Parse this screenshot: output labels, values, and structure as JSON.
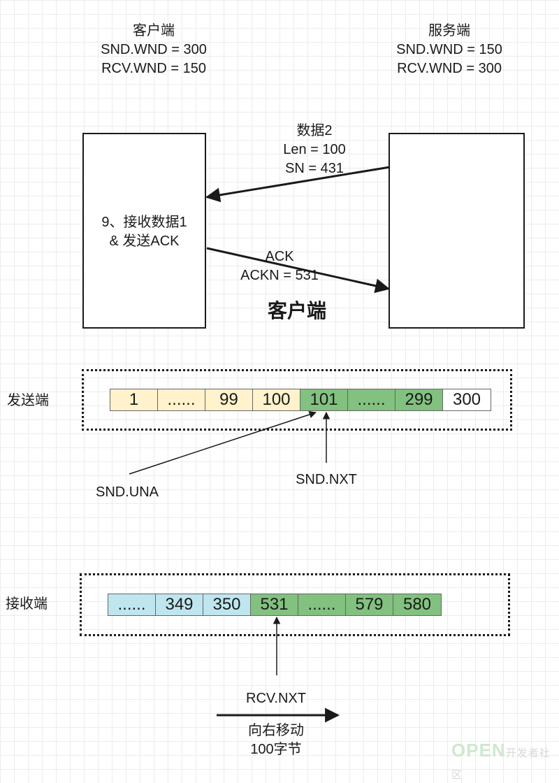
{
  "client_header": {
    "title": "客户端",
    "snd_wnd": "SND.WND = 300",
    "rcv_wnd": "RCV.WND = 150"
  },
  "server_header": {
    "title": "服务端",
    "snd_wnd": "SND.WND = 150",
    "rcv_wnd": "RCV.WND = 300"
  },
  "client_box": {
    "line1": "9、接收数据1",
    "line2": "& 发送ACK"
  },
  "data_message": {
    "line1": "数据2",
    "line2": "Len = 100",
    "line3": "SN = 431"
  },
  "ack_message": {
    "line1": "ACK",
    "line2": "ACKN = 531"
  },
  "section_title": "客户端",
  "sender": {
    "label": "发送端",
    "cells": [
      {
        "text": "1",
        "color": "#fff2cc"
      },
      {
        "text": "......",
        "color": "#fff2cc"
      },
      {
        "text": "99",
        "color": "#fff2cc"
      },
      {
        "text": "100",
        "color": "#fff2cc"
      },
      {
        "text": "101",
        "color": "#82c17f"
      },
      {
        "text": "......",
        "color": "#82c17f"
      },
      {
        "text": "299",
        "color": "#82c17f"
      },
      {
        "text": "300",
        "color": "#ffffff"
      }
    ],
    "pointer_una": "SND.UNA",
    "pointer_nxt": "SND.NXT"
  },
  "receiver": {
    "label": "接收端",
    "cells": [
      {
        "text": "......",
        "color": "#bfe6ee"
      },
      {
        "text": "349",
        "color": "#bfe6ee"
      },
      {
        "text": "350",
        "color": "#bfe6ee"
      },
      {
        "text": "531",
        "color": "#82c17f"
      },
      {
        "text": "......",
        "color": "#82c17f"
      },
      {
        "text": "579",
        "color": "#82c17f"
      },
      {
        "text": "580",
        "color": "#82c17f"
      }
    ],
    "pointer_nxt": "RCV.NXT",
    "move_line1": "向右移动",
    "move_line2": "100字节"
  },
  "watermark": {
    "brand": "OPEN",
    "sub": "开发者社区"
  }
}
